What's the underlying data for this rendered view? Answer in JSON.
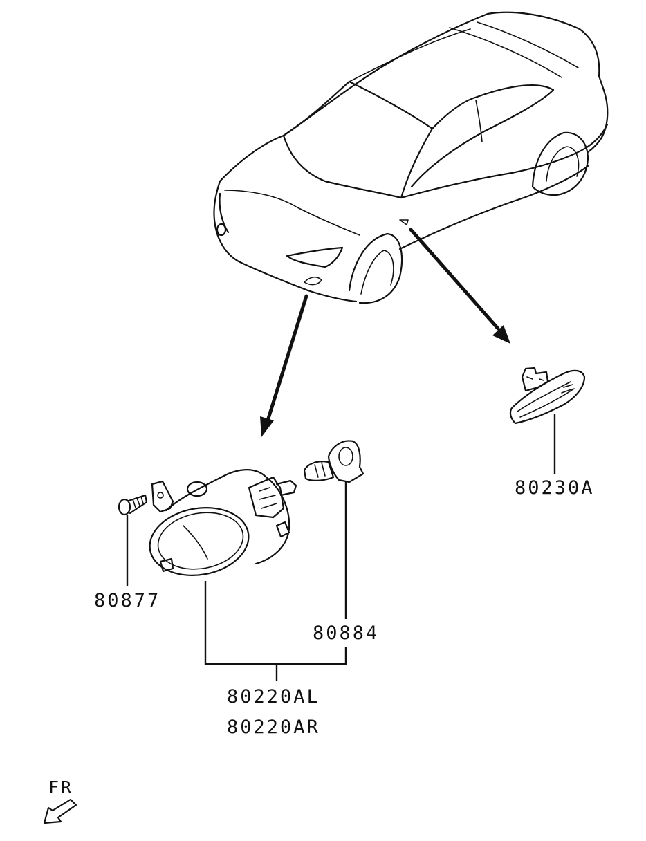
{
  "parts": {
    "side_marker": "80230A",
    "screw": "80877",
    "bulb": "80884",
    "fog_lamp_left": "80220AL",
    "fog_lamp_right": "80220AR"
  },
  "direction": {
    "label": "FR"
  }
}
